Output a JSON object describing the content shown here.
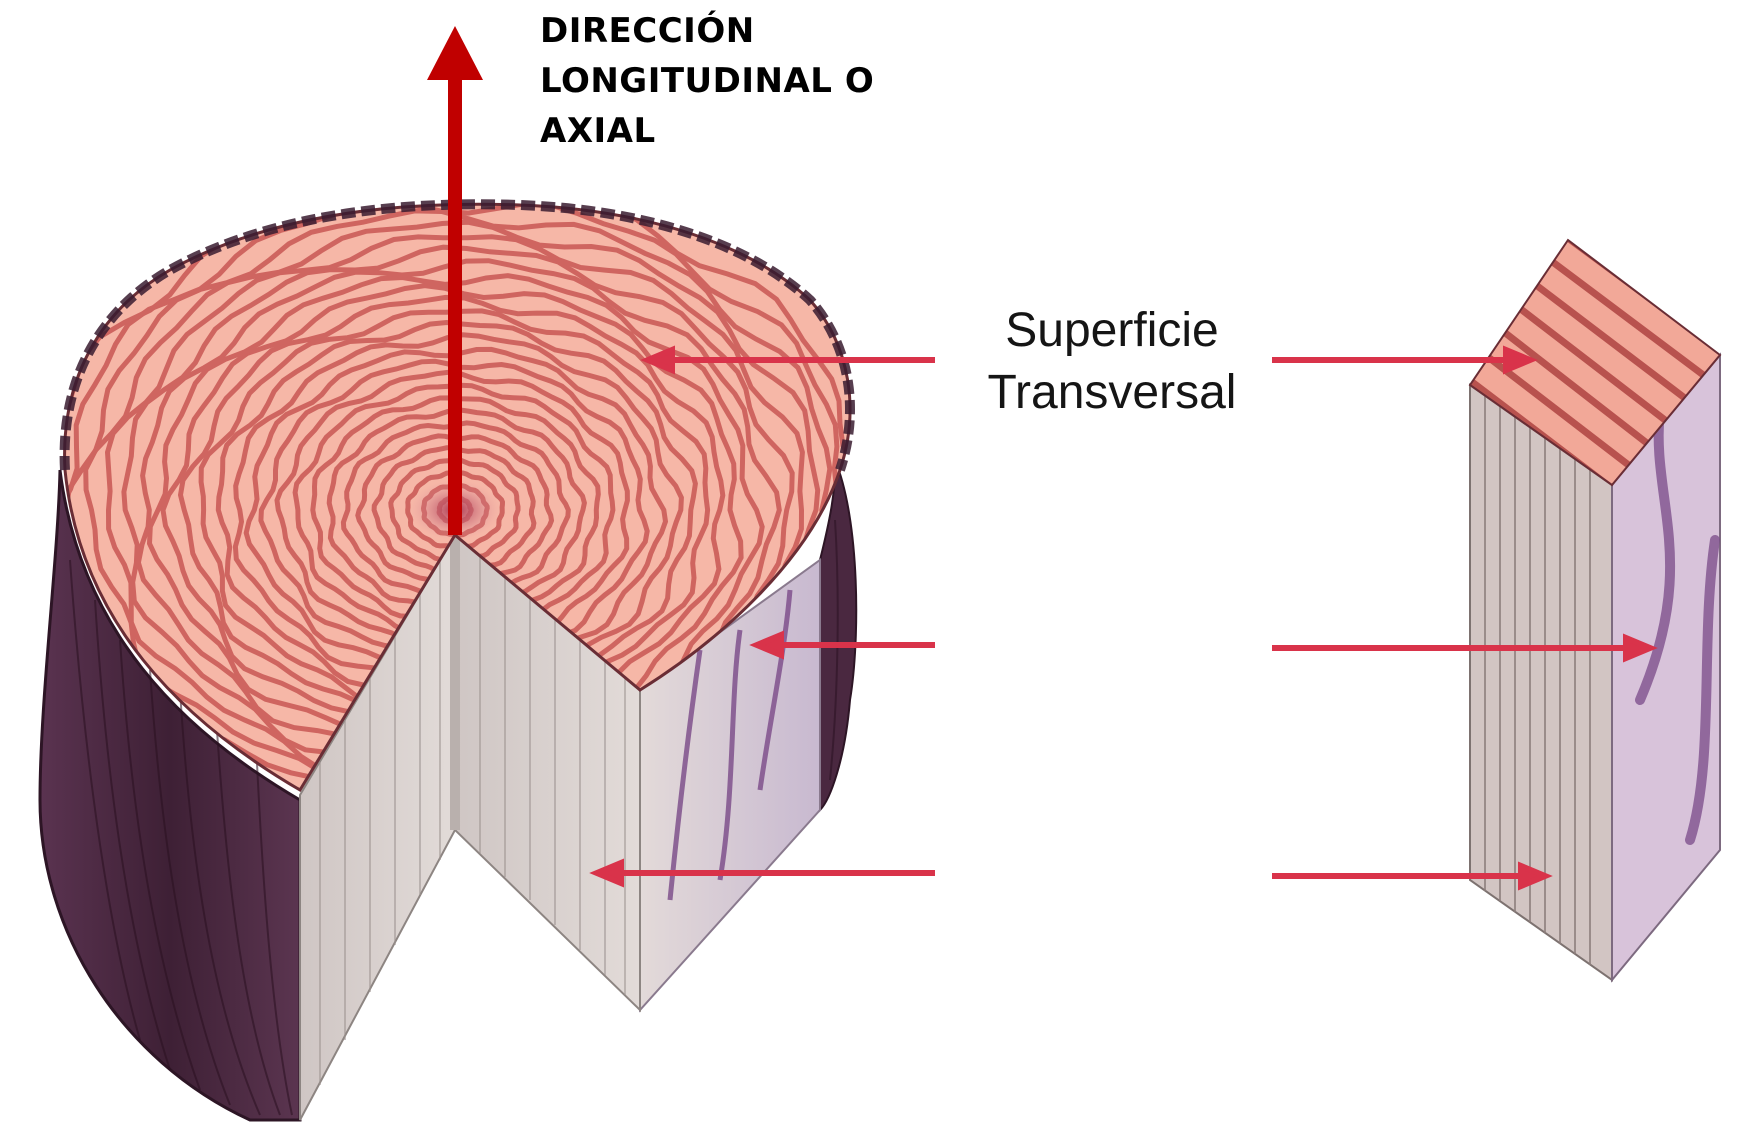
{
  "axis_label": "DIRECCIÓN LONGITUDINAL O AXIAL",
  "surface_label": {
    "line1": "Superficie",
    "line2": "Transversal"
  },
  "colors": {
    "axis_arrow": "#c00000",
    "pointer_arrow": "#d9334a",
    "ring_light": "#f6b7a7",
    "ring_dark": "#cf6560",
    "bark": "#4a2840",
    "sapwood": "#dcd6d3",
    "heartwood_streak": "#7a4a88",
    "side_face": "#d8c3da"
  }
}
